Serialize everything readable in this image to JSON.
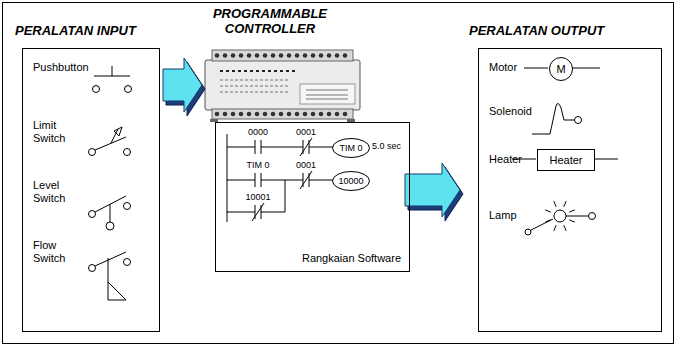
{
  "diagram": {
    "nodes": [
      {
        "text": [
          "PERALATAN INPUT",
          "Pushbutton",
          "Limit Switch",
          "Level Switch",
          "Flow Switch"
        ]
      },
      {
        "text": [
          "PROGRAMMABLE CONTROLLER"
        ]
      },
      {
        "text": [
          "Rangkaian Software"
        ]
      },
      {
        "text": [
          "TIM 0"
        ],
        "in": 2
      },
      {
        "text": [
          "10000"
        ],
        "in": 2
      },
      {
        "text": [
          "PERALATAN OUTPUT",
          "Motor",
          "Solenoid",
          "Heater",
          "Lamp"
        ]
      },
      {
        "text": [
          "M"
        ],
        "in": 5
      },
      {
        "text": [
          "Heater"
        ],
        "in": 5
      }
    ],
    "edges": [
      {
        "from": 0,
        "to": 1,
        "arrow": "to"
      },
      {
        "from": 1,
        "to": 5,
        "arrow": "to"
      }
    ],
    "labels": [
      "0000",
      "0001",
      "5.0 sec",
      "TIM 0",
      "0001",
      "10001"
    ]
  }
}
